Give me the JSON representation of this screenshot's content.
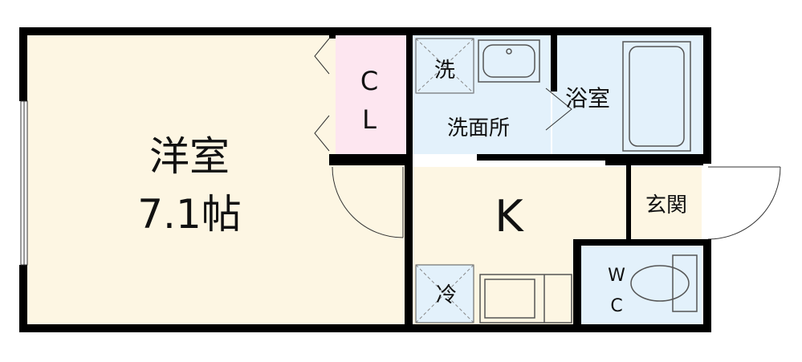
{
  "rooms": {
    "western": {
      "name": "洋室",
      "size": "7.1帖"
    },
    "closet": {
      "line1": "C",
      "line2": "L"
    },
    "washer": "洗",
    "washroom": "洗面所",
    "bath": "浴室",
    "kitchen": "K",
    "entrance": "玄関",
    "fridge": "冷",
    "wc": {
      "line1": "W",
      "line2": "C"
    }
  },
  "colors": {
    "western": "#fdf6e3",
    "kitchen": "#fdf6e3",
    "entrance": "#fdf6e3",
    "closet": "#fde6f0",
    "wet_area": "#e3f1fb",
    "wall": "#000000"
  }
}
